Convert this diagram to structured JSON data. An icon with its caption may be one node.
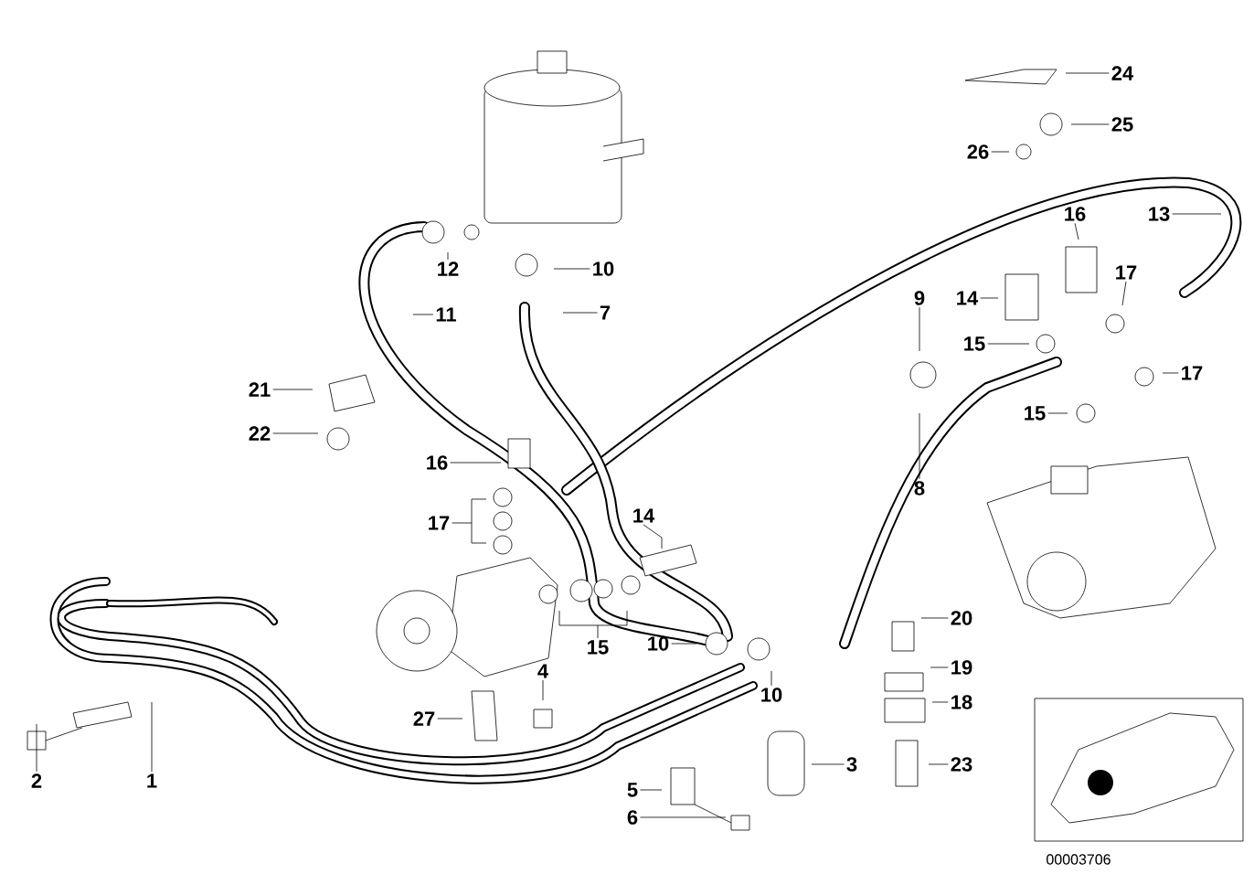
{
  "diagram": {
    "nodes": [
      {
        "text": [
          "24"
        ]
      },
      {
        "text": [
          "25"
        ]
      },
      {
        "text": [
          "26"
        ]
      },
      {
        "text": [
          "16"
        ]
      },
      {
        "text": [
          "13"
        ]
      },
      {
        "text": [
          "12"
        ]
      },
      {
        "text": [
          "10"
        ]
      },
      {
        "text": [
          "9"
        ]
      },
      {
        "text": [
          "14"
        ]
      },
      {
        "text": [
          "17"
        ]
      },
      {
        "text": [
          "7"
        ]
      },
      {
        "text": [
          "11"
        ]
      },
      {
        "text": [
          "15"
        ]
      },
      {
        "text": [
          "17"
        ]
      },
      {
        "text": [
          "21"
        ]
      },
      {
        "text": [
          "22"
        ]
      },
      {
        "text": [
          "15"
        ]
      },
      {
        "text": [
          "8"
        ]
      },
      {
        "text": [
          "16"
        ]
      },
      {
        "text": [
          "17"
        ]
      },
      {
        "text": [
          "14"
        ]
      },
      {
        "text": [
          "15"
        ]
      },
      {
        "text": [
          "10"
        ]
      },
      {
        "text": [
          "20"
        ]
      },
      {
        "text": [
          "4"
        ]
      },
      {
        "text": [
          "19"
        ]
      },
      {
        "text": [
          "27"
        ]
      },
      {
        "text": [
          "10"
        ]
      },
      {
        "text": [
          "18"
        ]
      },
      {
        "text": [
          "2"
        ]
      },
      {
        "text": [
          "1"
        ]
      },
      {
        "text": [
          "5"
        ]
      },
      {
        "text": [
          "3"
        ]
      },
      {
        "text": [
          "23"
        ]
      },
      {
        "text": [
          "6"
        ]
      }
    ],
    "edges": [
      {
        "from": 0,
        "to": null,
        "arrow": "none"
      },
      {
        "from": 1,
        "to": null,
        "arrow": "none"
      },
      {
        "from": 2,
        "to": null,
        "arrow": "none"
      },
      {
        "from": 3,
        "to": null,
        "arrow": "none"
      },
      {
        "from": 4,
        "to": null,
        "arrow": "none"
      },
      {
        "from": 5,
        "to": null,
        "arrow": "none"
      },
      {
        "from": 6,
        "to": null,
        "arrow": "none"
      },
      {
        "from": 7,
        "to": null,
        "arrow": "none"
      },
      {
        "from": 8,
        "to": null,
        "arrow": "none"
      },
      {
        "from": 9,
        "to": null,
        "arrow": "none"
      },
      {
        "from": 10,
        "to": null,
        "arrow": "none"
      },
      {
        "from": 11,
        "to": null,
        "arrow": "none"
      },
      {
        "from": 12,
        "to": null,
        "arrow": "none"
      },
      {
        "from": 13,
        "to": null,
        "arrow": "none"
      },
      {
        "from": 14,
        "to": null,
        "arrow": "none"
      },
      {
        "from": 15,
        "to": null,
        "arrow": "none"
      },
      {
        "from": 16,
        "to": null,
        "arrow": "none"
      },
      {
        "from": 17,
        "to": null,
        "arrow": "none"
      },
      {
        "from": 18,
        "to": null,
        "arrow": "none"
      },
      {
        "from": 19,
        "to": null,
        "arrow": "none"
      },
      {
        "from": 20,
        "to": null,
        "arrow": "none"
      },
      {
        "from": 21,
        "to": null,
        "arrow": "none"
      },
      {
        "from": 22,
        "to": null,
        "arrow": "none"
      },
      {
        "from": 23,
        "to": null,
        "arrow": "none"
      },
      {
        "from": 24,
        "to": null,
        "arrow": "none"
      },
      {
        "from": 25,
        "to": null,
        "arrow": "none"
      },
      {
        "from": 26,
        "to": null,
        "arrow": "none"
      },
      {
        "from": 27,
        "to": null,
        "arrow": "none"
      },
      {
        "from": 28,
        "to": null,
        "arrow": "none"
      },
      {
        "from": 29,
        "to": null,
        "arrow": "none"
      },
      {
        "from": 30,
        "to": null,
        "arrow": "none"
      },
      {
        "from": 31,
        "to": null,
        "arrow": "none"
      },
      {
        "from": 32,
        "to": null,
        "arrow": "none"
      },
      {
        "from": 33,
        "to": null,
        "arrow": "none"
      },
      {
        "from": 34,
        "to": null,
        "arrow": "none"
      }
    ],
    "labels": [
      "00003706"
    ]
  }
}
